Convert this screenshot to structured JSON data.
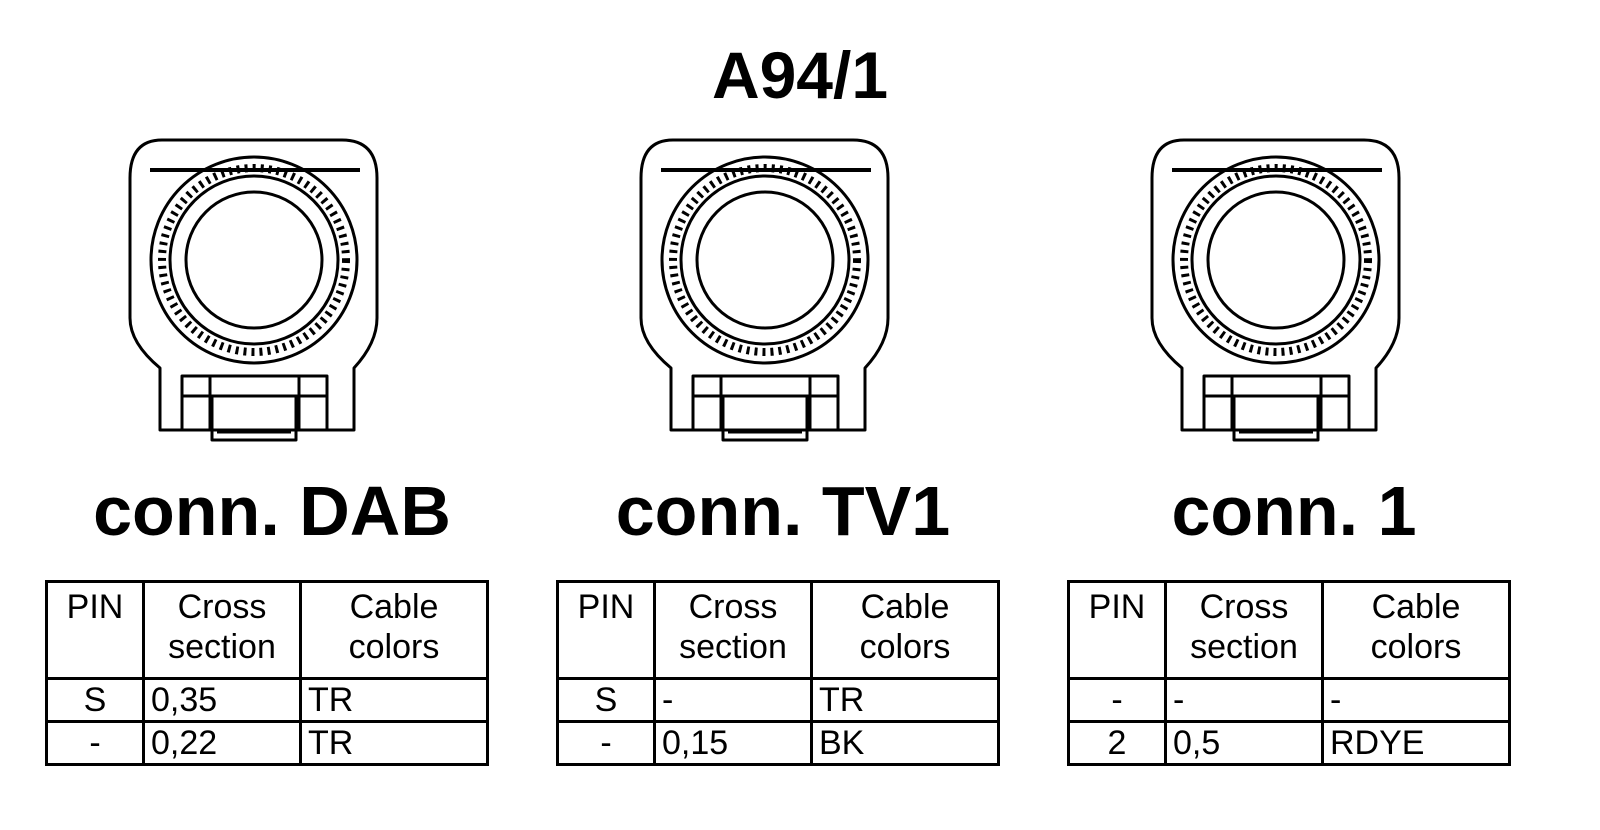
{
  "title": "A94/1",
  "table_headers": {
    "pin": "PIN",
    "cross_section": "Cross section",
    "cable_colors": "Cable colors"
  },
  "connectors": [
    {
      "label": "conn. DAB",
      "rows": [
        {
          "pin": "S",
          "cross_section": "0,35",
          "cable_color": "TR"
        },
        {
          "pin": "-",
          "cross_section": "0,22",
          "cable_color": "TR"
        }
      ]
    },
    {
      "label": "conn. TV1",
      "rows": [
        {
          "pin": "S",
          "cross_section": "-",
          "cable_color": "TR"
        },
        {
          "pin": "-",
          "cross_section": "0,15",
          "cable_color": "BK"
        }
      ]
    },
    {
      "label": "conn. 1",
      "rows": [
        {
          "pin": "-",
          "cross_section": "-",
          "cable_color": "-"
        },
        {
          "pin": "2",
          "cross_section": "0,5",
          "cable_color": "RDYE"
        }
      ]
    }
  ]
}
